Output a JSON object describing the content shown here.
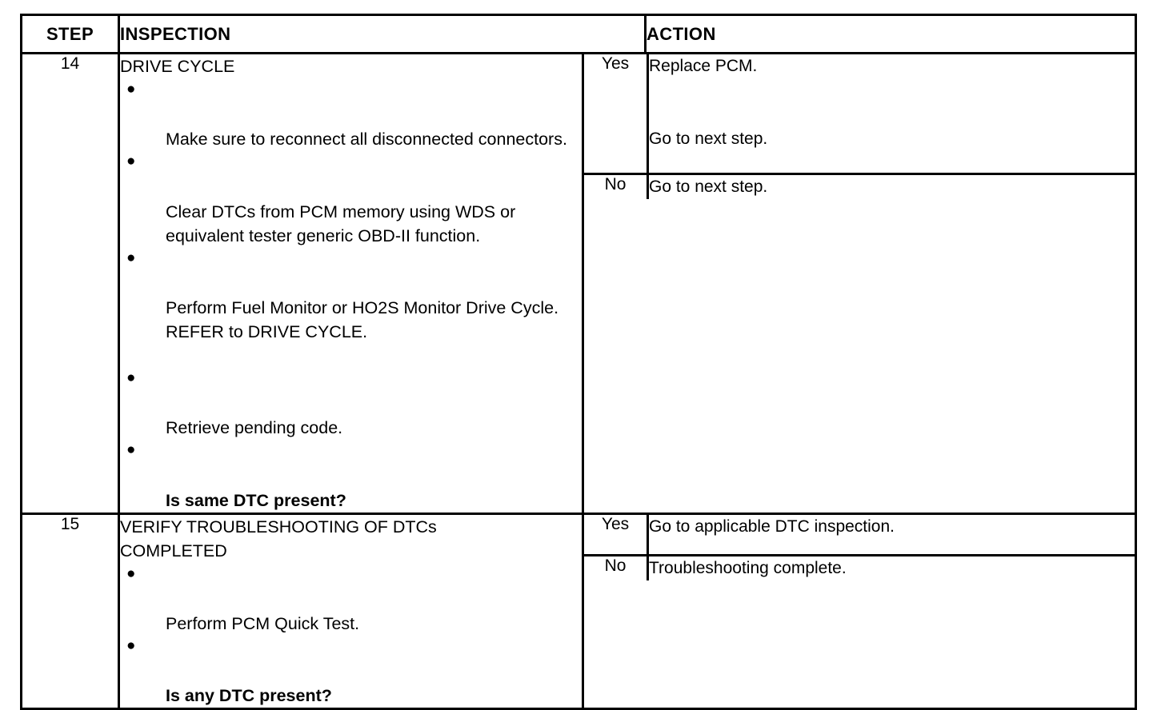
{
  "table": {
    "headers": {
      "step": "STEP",
      "inspection": "INSPECTION",
      "action": "ACTION"
    },
    "rows": [
      {
        "step": "14",
        "inspection": {
          "title": "DRIVE CYCLE",
          "items": [
            {
              "bullet": true,
              "bold": false,
              "text": "Make sure to reconnect all disconnected connectors."
            },
            {
              "bullet": true,
              "bold": false,
              "text": "Clear DTCs from PCM memory using WDS or equivalent tester generic OBD-II function."
            },
            {
              "bullet": true,
              "bold": false,
              "text": "Perform Fuel Monitor or HO2S Monitor Drive Cycle."
            },
            {
              "bullet": false,
              "bold": false,
              "text": "REFER to  DRIVE CYCLE."
            },
            {
              "bullet": false,
              "bold": false,
              "text": "",
              "spacer": true
            },
            {
              "bullet": true,
              "bold": false,
              "text": "Retrieve pending code."
            },
            {
              "bullet": true,
              "bold": true,
              "text": "Is same DTC present?"
            }
          ]
        },
        "outcomes": [
          {
            "answer": "Yes",
            "action": "Replace PCM.\n\n\nGo to next step."
          },
          {
            "answer": "No",
            "action": "Go to next step."
          }
        ]
      },
      {
        "step": "15",
        "inspection": {
          "title": "VERIFY TROUBLESHOOTING OF DTCs\nCOMPLETED",
          "items": [
            {
              "bullet": true,
              "bold": false,
              "text": "Perform PCM Quick Test."
            },
            {
              "bullet": true,
              "bold": true,
              "text": "Is any DTC present?"
            }
          ]
        },
        "outcomes": [
          {
            "answer": "Yes",
            "action": "Go to applicable DTC inspection."
          },
          {
            "answer": "No",
            "action": "Troubleshooting complete."
          }
        ]
      }
    ]
  },
  "bullet_glyph": "●",
  "colors": {
    "background": "#ffffff",
    "text": "#000000",
    "border": "#000000"
  }
}
